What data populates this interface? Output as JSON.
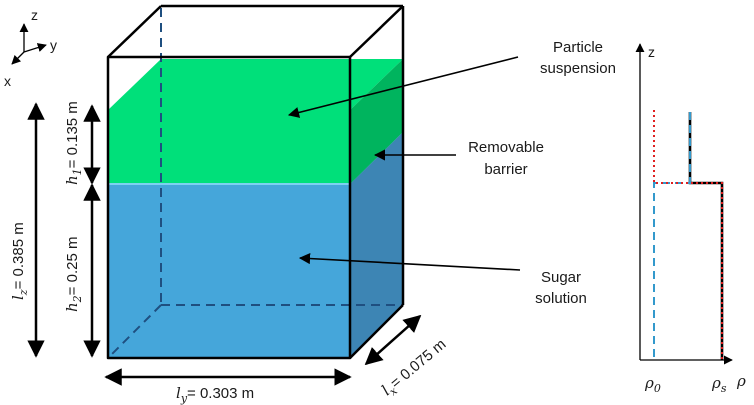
{
  "colors": {
    "suspension_green": "#00E07A",
    "suspension_side_green": "#00B45E",
    "solution_blue": "#45A6DA",
    "solution_side_blue": "#3D85B4",
    "profile_black": "#000000",
    "profile_dashed_blue": "#3399CC",
    "profile_dotted_red": "#E02020"
  },
  "axes_triad": {
    "z": "z",
    "y": "y",
    "x": "x"
  },
  "callouts": {
    "particle": [
      "Particle",
      "suspension"
    ],
    "barrier": [
      "Removable",
      "barrier"
    ],
    "sugar": [
      "Sugar",
      "solution"
    ]
  },
  "dimensions": {
    "lz": {
      "symbol": "l",
      "sub": "z",
      "value": "= 0.385 m"
    },
    "h1": {
      "symbol": "h",
      "sub": "1",
      "value": "= 0.135 m"
    },
    "h2": {
      "symbol": "h",
      "sub": "2",
      "value": "= 0.25 m"
    },
    "ly": {
      "symbol": "l",
      "sub": "y",
      "value": "= 0.303 m"
    },
    "lx": {
      "symbol": "l",
      "sub": "x",
      "value": "= 0.075 m"
    }
  },
  "profile": {
    "z_label": "z",
    "rho_label": "ρ",
    "rho0": {
      "symbol": "ρ",
      "sub": "0"
    },
    "rhos": {
      "symbol": "ρ",
      "sub": "s"
    }
  }
}
